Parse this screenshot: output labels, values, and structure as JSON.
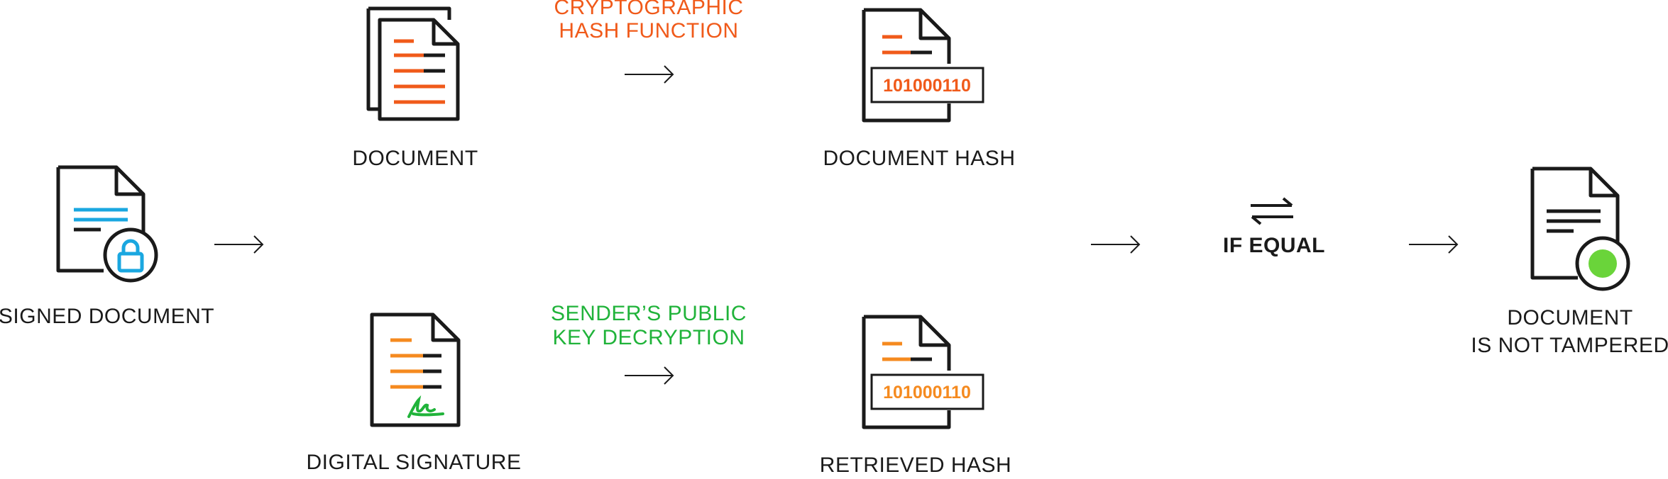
{
  "labels": {
    "signed_document": "SIGNED DOCUMENT",
    "document": "DOCUMENT",
    "digital_signature": "DIGITAL SIGNATURE",
    "hash_function_line1": "CRYPTOGRAPHIC",
    "hash_function_line2": "HASH FUNCTION",
    "decryption_line1": "SENDER’S PUBLIC",
    "decryption_line2": "KEY DECRYPTION",
    "document_hash": "DOCUMENT HASH",
    "retrieved_hash": "RETRIEVED HASH",
    "if_equal": "IF EQUAL",
    "result_line1": "DOCUMENT",
    "result_line2": "IS NOT TAMPERED"
  },
  "hash_values": {
    "document_hash": "101000110",
    "retrieved_hash": "101000110"
  },
  "colors": {
    "stroke": "#1a1a1a",
    "orange_red": "#f05a1a",
    "orange": "#f58a1f",
    "blue": "#1aa7e0",
    "green": "#20b33a",
    "status_green": "#6ad43a"
  },
  "icons": [
    "signed-document-icon",
    "lock-icon",
    "document-stack-icon",
    "signature-document-icon",
    "document-hash-icon",
    "retrieved-hash-icon",
    "compare-arrows-icon",
    "verified-document-icon"
  ]
}
